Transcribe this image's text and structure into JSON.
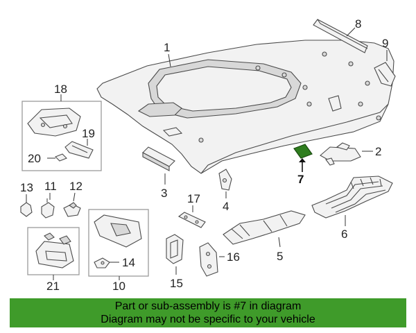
{
  "callouts": {
    "c1": "1",
    "c2": "2",
    "c3": "3",
    "c4": "4",
    "c5": "5",
    "c6": "6",
    "c7": "7",
    "c8": "8",
    "c9": "9",
    "c10": "10",
    "c11": "11",
    "c12": "12",
    "c13": "13",
    "c14": "14",
    "c15": "15",
    "c16": "16",
    "c17": "17",
    "c18": "18",
    "c19": "19",
    "c20": "20",
    "c21": "21"
  },
  "highlight": {
    "part": "7",
    "color": "#2e7d1e"
  },
  "notice": {
    "line1": "Part or sub-assembly is #7 in diagram",
    "line2": "Diagram may not be specific to your vehicle",
    "background": "#3f9b2a"
  }
}
